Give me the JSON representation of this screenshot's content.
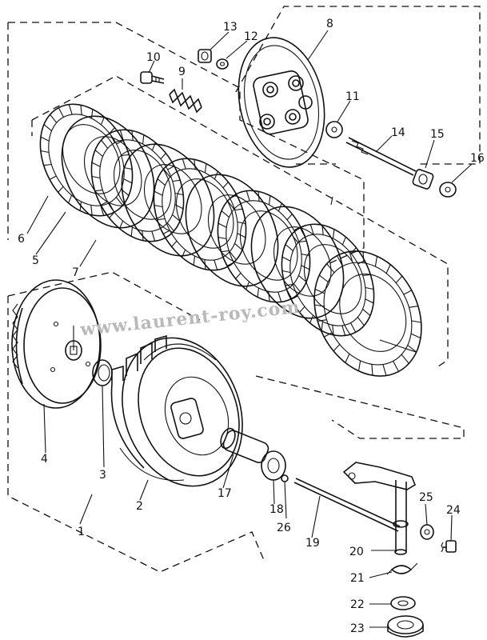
{
  "diagram": {
    "watermark": "www.laurent-roy.com",
    "labels": {
      "p1": "1",
      "p2": "2",
      "p3": "3",
      "p4": "4",
      "p5": "5",
      "p6": "6",
      "p7": "7",
      "p8": "8",
      "p9": "9",
      "p10": "10",
      "p11": "11",
      "p12": "12",
      "p13": "13",
      "p14": "14",
      "p15": "15",
      "p16": "16",
      "p17": "17",
      "p18": "18",
      "p19": "19",
      "p20": "20",
      "p21": "21",
      "p22": "22",
      "p23": "23",
      "p24": "24",
      "p25": "25",
      "p26": "26"
    }
  }
}
